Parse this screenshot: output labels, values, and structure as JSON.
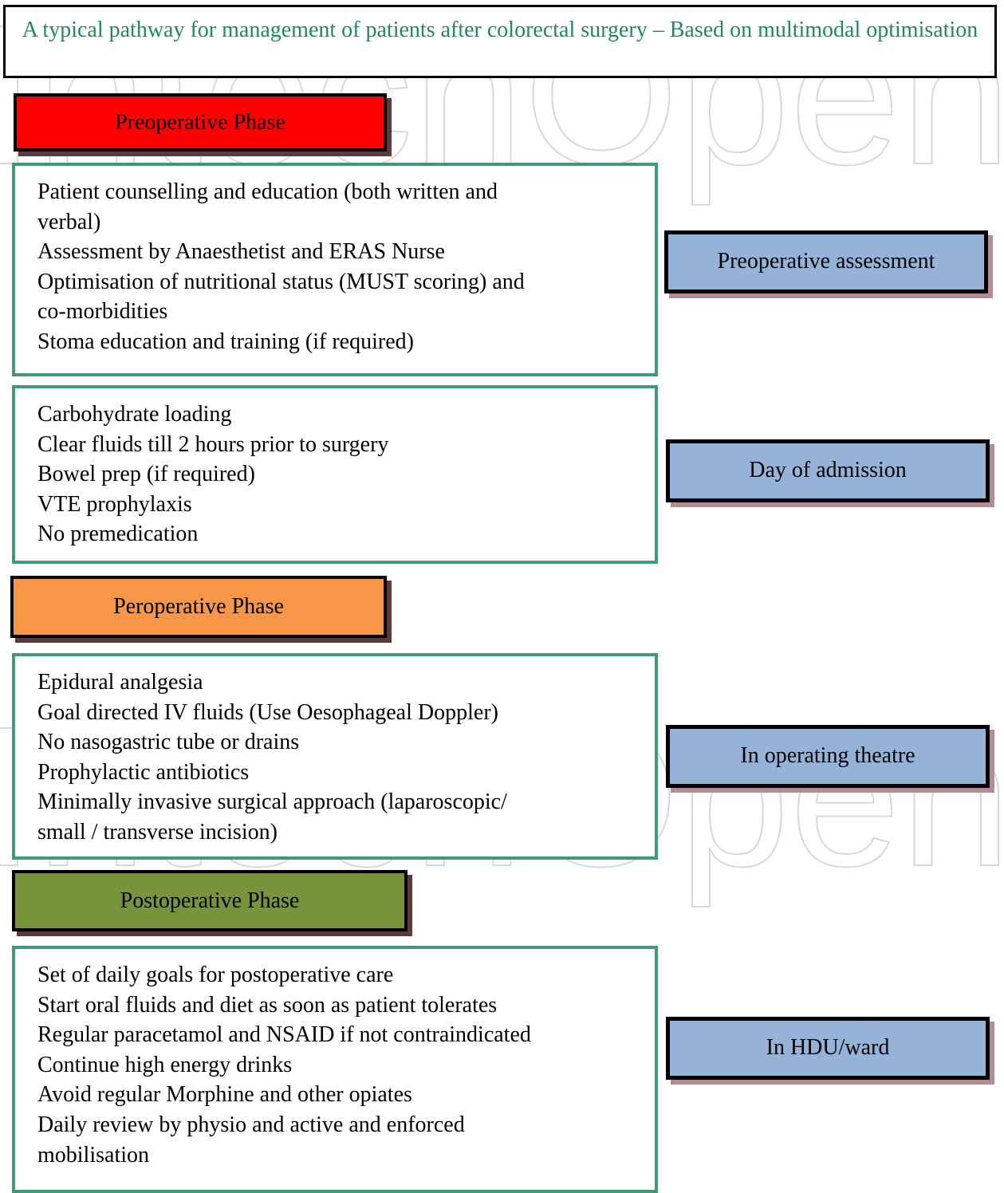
{
  "title": "A typical pathway for management of patients after colorectal surgery – Based on multimodal optimisation",
  "watermark": "IntechOpen",
  "colors": {
    "title_text": "#1e8a5a",
    "content_border": "#3d9a72",
    "preoperative_phase": "#ff0000",
    "peroperative_phase": "#f79646",
    "postoperative_phase": "#77933c",
    "stage_box": "#95b3d7"
  },
  "phases": {
    "preoperative": "Preoperative Phase",
    "peroperative": "Peroperative Phase",
    "postoperative": "Postoperative Phase"
  },
  "stages": {
    "preoperative_assessment": "Preoperative assessment",
    "day_of_admission": "Day of admission",
    "in_operating_theatre": "In operating theatre",
    "in_hdu_ward": "In HDU/ward"
  },
  "boxes": {
    "preoperative_assessment": [
      "Patient counselling and education (both written and",
      "verbal)",
      "Assessment by Anaesthetist and ERAS Nurse",
      "Optimisation of nutritional status (MUST scoring) and",
      "co-morbidities",
      "Stoma education and training (if required)"
    ],
    "day_of_admission": [
      "Carbohydrate loading",
      "Clear fluids till 2 hours prior to surgery",
      "Bowel prep (if required)",
      "VTE prophylaxis",
      "No premedication"
    ],
    "in_operating_theatre": [
      "Epidural analgesia",
      "Goal directed IV fluids (Use Oesophageal Doppler)",
      "No nasogastric tube or drains",
      "Prophylactic antibiotics",
      "Minimally invasive surgical approach (laparoscopic/",
      "small / transverse incision)"
    ],
    "in_hdu_ward": [
      "Set of daily goals for postoperative care",
      "Start oral fluids and diet as soon as patient tolerates",
      "Regular paracetamol and NSAID if not contraindicated",
      "Continue high energy drinks",
      "Avoid regular Morphine and other opiates",
      "Daily review by physio and active and enforced",
      "mobilisation"
    ]
  }
}
